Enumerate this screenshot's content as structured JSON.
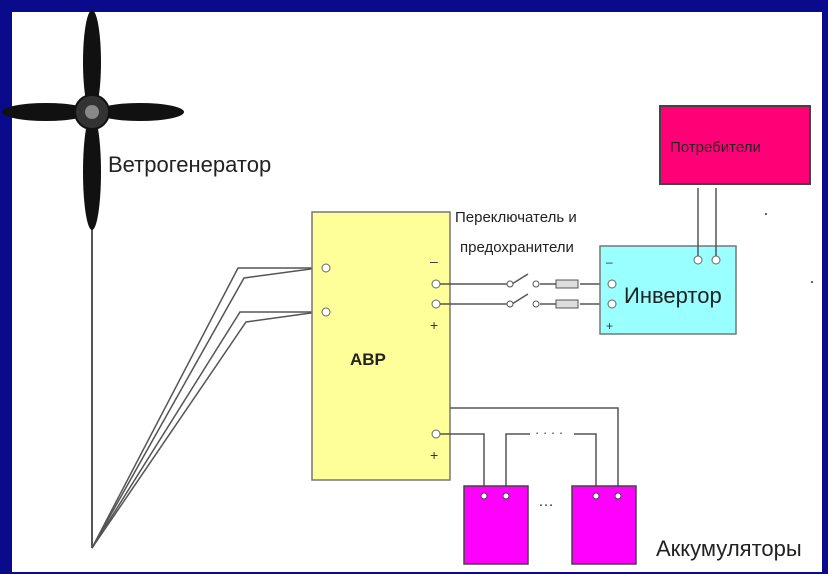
{
  "diagram": {
    "wind_generator_label": "Ветрогенератор",
    "abr_label": "АВР",
    "switch_fuse_label_line1": "Переключатель и",
    "switch_fuse_label_line2": "предохранители",
    "inverter_label": "Инвертор",
    "consumers_label": "Потребители",
    "batteries_label": "Аккумуляторы",
    "minus_sign": "–",
    "plus_sign": "+",
    "ellipsis": "…",
    "dots": "· · · ·",
    "colors": {
      "background": "#0a0a8c",
      "abr_fill": "#ffff99",
      "inverter_fill": "#99ffff",
      "consumers_fill": "#ff0077",
      "battery_fill": "#ff00ff"
    }
  }
}
